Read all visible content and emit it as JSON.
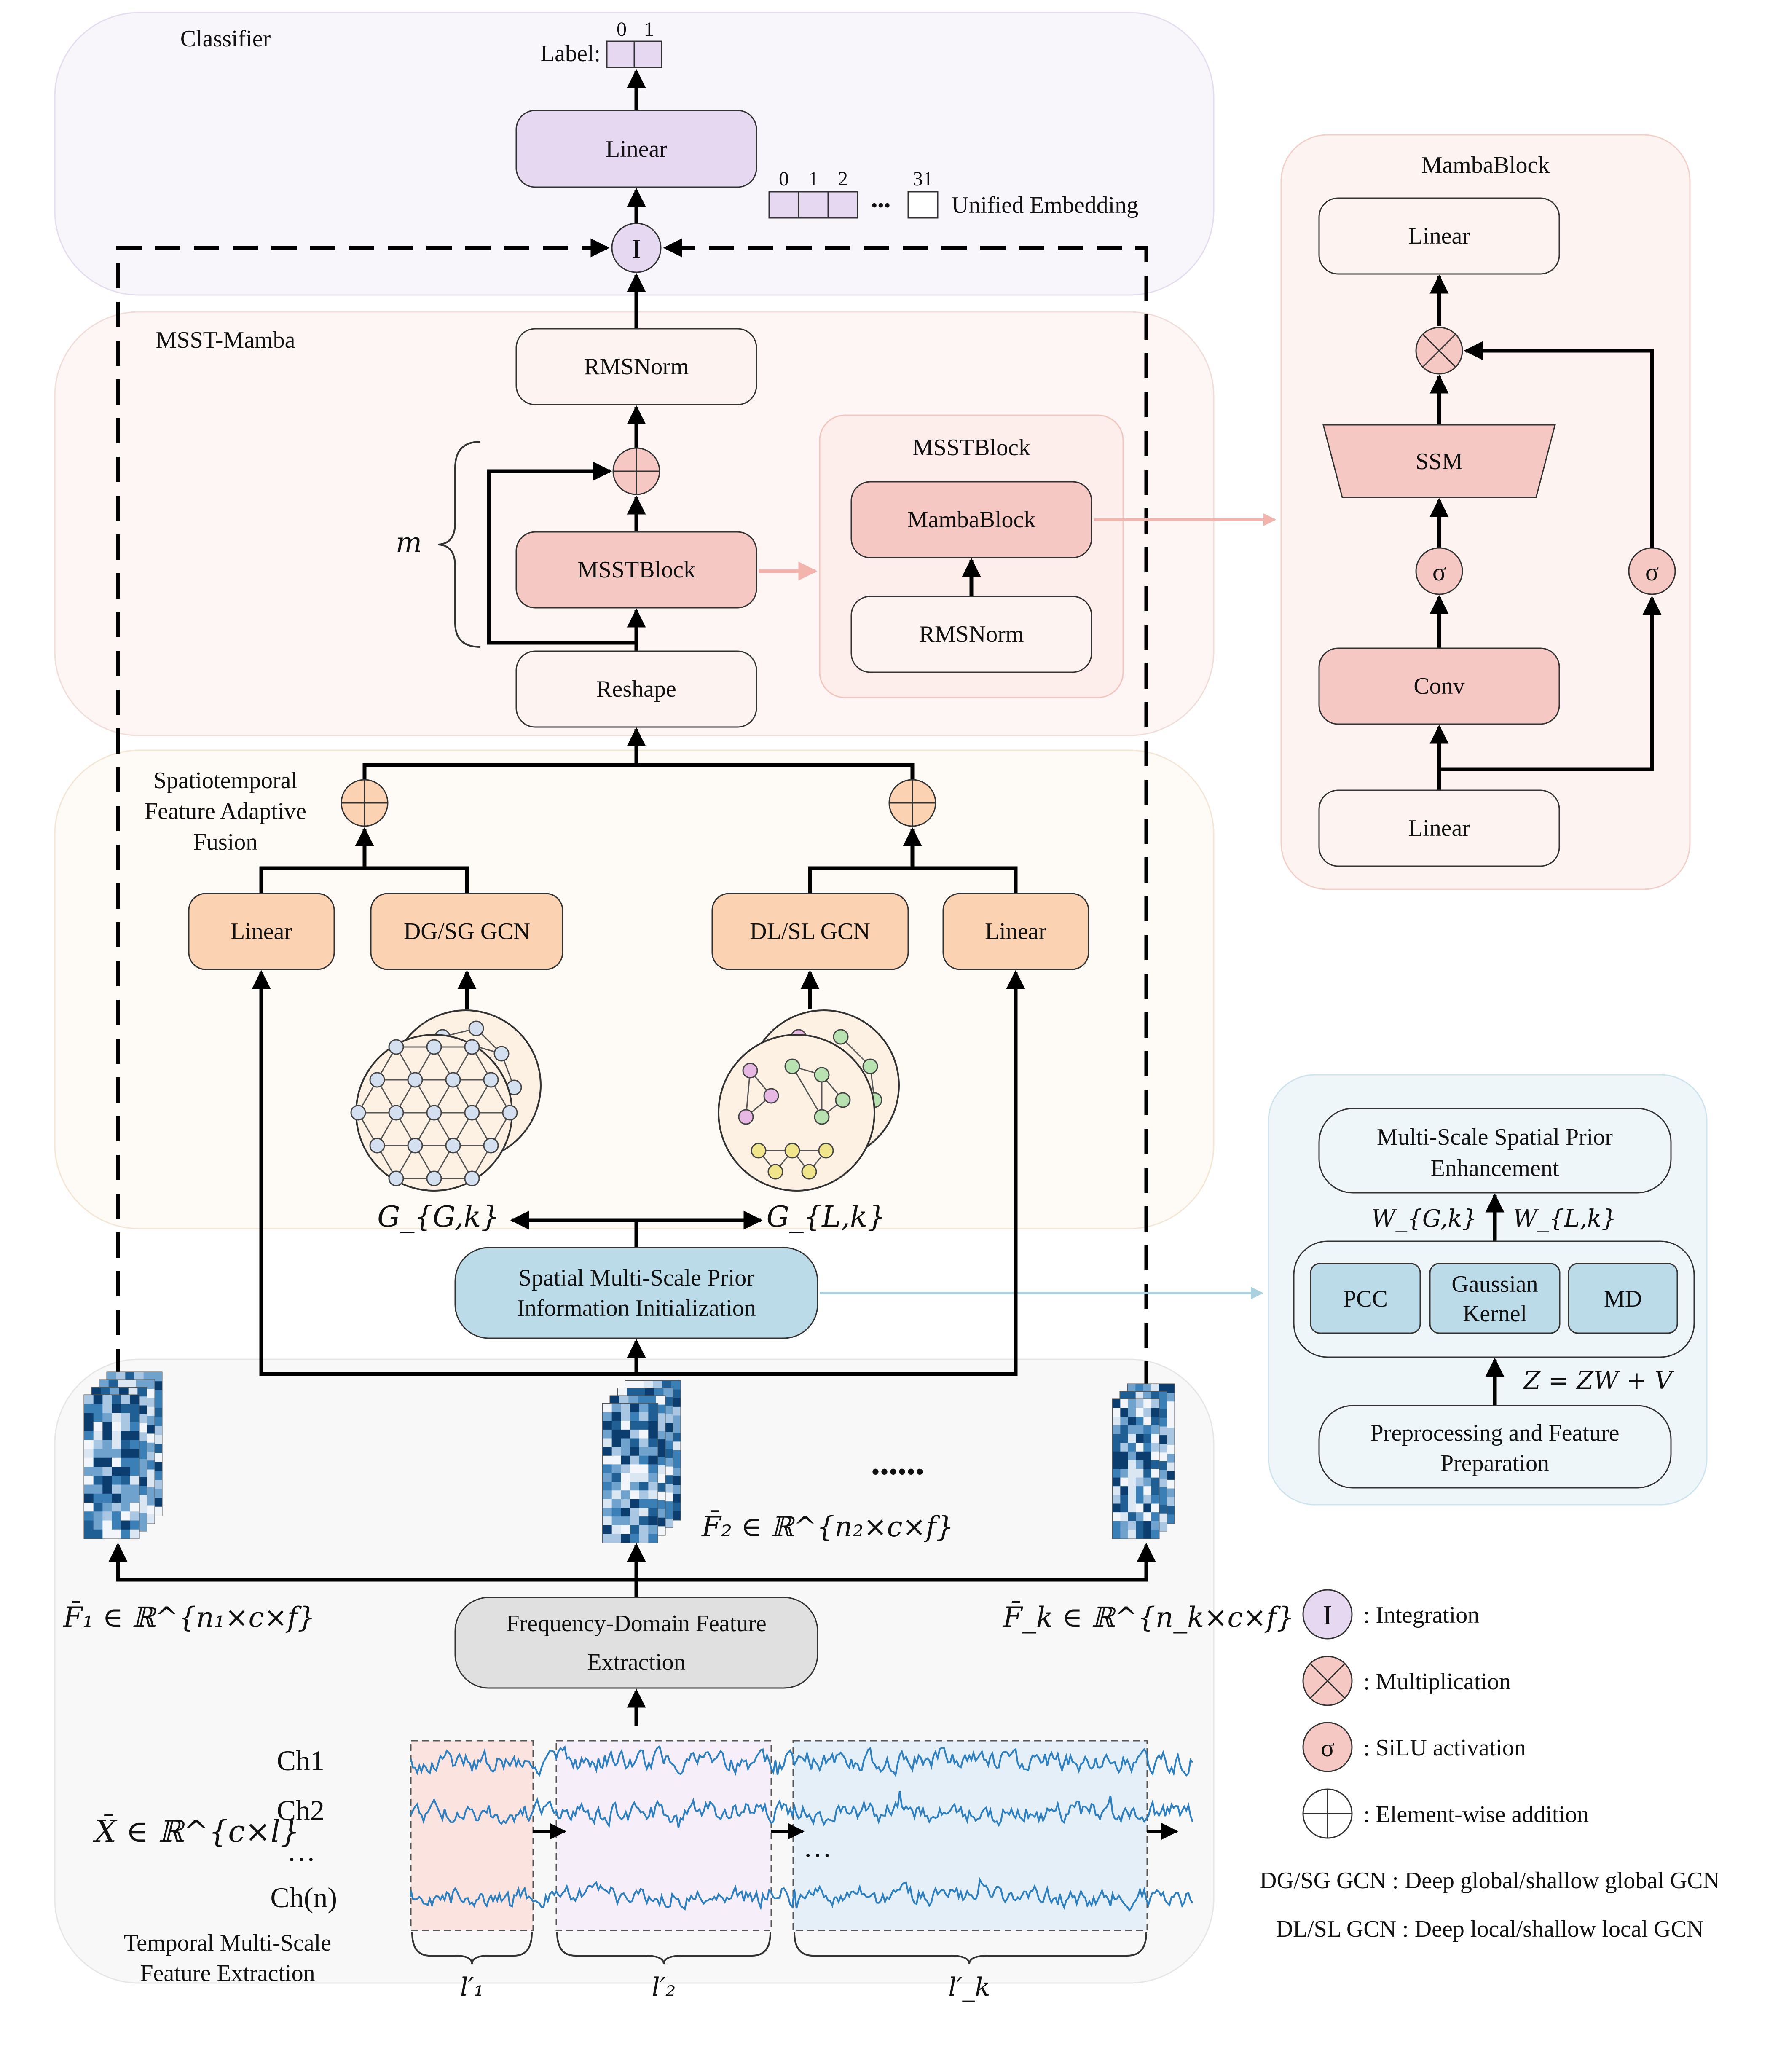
{
  "regions": {
    "classifier": "Classifier",
    "msst_mamba": "MSST-Mamba",
    "fusion": [
      "Spatiotemporal",
      "Feature Adaptive",
      "Fusion"
    ],
    "temporal": [
      "Temporal Multi-Scale",
      "Feature Extraction"
    ],
    "mamba_block": "MambaBlock",
    "msst_block": "MSSTBlock"
  },
  "classifier": {
    "label_text": "Label:",
    "label_bits": [
      "0",
      "1"
    ],
    "linear": "Linear",
    "embedding_indices": [
      "0",
      "1",
      "2",
      "31"
    ],
    "ellipsis": "•••",
    "embedding_label": "Unified Embedding",
    "integration_symbol": "I"
  },
  "msst": {
    "rmsnorm": "RMSNorm",
    "msstblock": "MSSTBlock",
    "reshape": "Reshape",
    "repeat": "m",
    "inner_mamba": "MambaBlock",
    "inner_rmsnorm": "RMSNorm"
  },
  "mamba": {
    "linear_top": "Linear",
    "ssm": "SSM",
    "sigma": "σ",
    "conv": "Conv",
    "linear_bottom": "Linear"
  },
  "fusion": {
    "linear_left": "Linear",
    "dg_sg": "DG/SG GCN",
    "dl_sl": "DL/SL GCN",
    "linear_right": "Linear",
    "g_global": "G_{G,k}",
    "g_local": "G_{L,k}",
    "spatial_init": [
      "Spatial Multi-Scale Prior",
      "Information Initialization"
    ]
  },
  "prior": {
    "enhance": [
      "Multi-Scale Spatial Prior",
      "Enhancement"
    ],
    "w_global": "W_{G,k}",
    "w_local": "W_{L,k}",
    "pcc": "PCC",
    "gaussian": [
      "Gaussian",
      "Kernel"
    ],
    "md": "MD",
    "eq": "Z = ZW + V",
    "prep": [
      "Preprocessing and Feature",
      "Preparation"
    ]
  },
  "temporal": {
    "freq": [
      "Frequency-Domain Feature",
      "Extraction"
    ],
    "f1": "F̄₁ ∈ ℝ^{n₁×c×f}",
    "f2": "F̄₂ ∈ ℝ^{n₂×c×f}",
    "fk": "F̄_k ∈ ℝ^{n_k×c×f}",
    "dots": "••••••",
    "x_input": "X̄ ∈ ℝ^{c×l}",
    "channels": [
      "Ch1",
      "Ch2",
      "…",
      "Ch(n)"
    ],
    "inner_dots": "…",
    "segments": [
      "l′₁",
      "l′₂",
      "l′_k"
    ]
  },
  "legend": {
    "integration": ": Integration",
    "multiplication": ": Multiplication",
    "silu": ": SiLU activation",
    "addition": ": Element-wise addition",
    "dg_def": "DG/SG GCN : Deep global/shallow global GCN",
    "dl_def": "DL/SL GCN : Deep local/shallow local GCN"
  },
  "colors": {
    "purple": "#e6d8f1",
    "pink": "#f5c8c3",
    "pink_light": "#fdf3f1",
    "orange": "#fbd3b3",
    "blue": "#bcdbe8",
    "gray": "#e0e0e0"
  }
}
